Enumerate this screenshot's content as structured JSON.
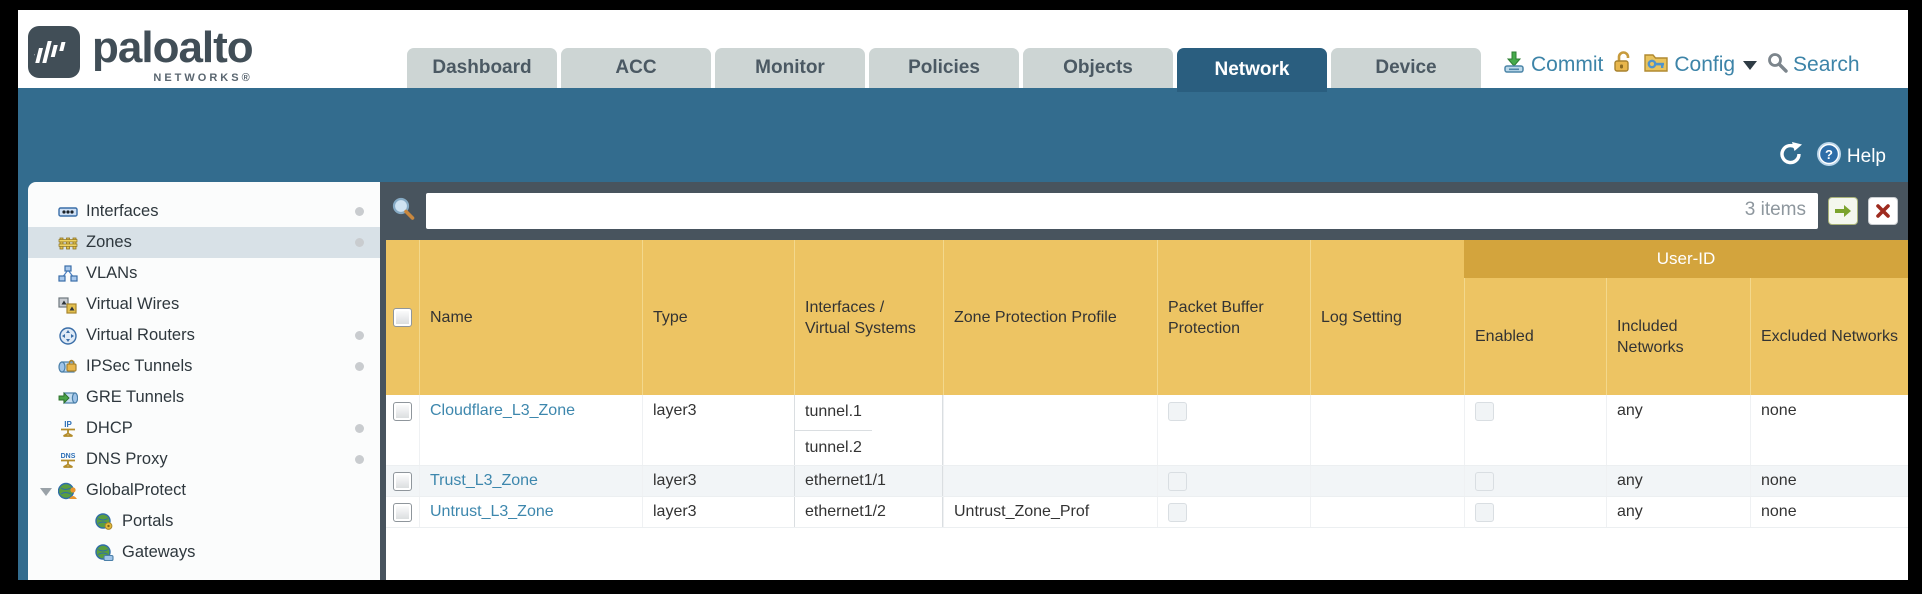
{
  "brand": {
    "name": "paloalto",
    "sub": "NETWORKS®"
  },
  "colors": {
    "teal_band": "#336c8e",
    "active_tab": "#2a5e7f",
    "slate_bar": "#48545e",
    "header_gold": "#edc463",
    "userid_gold": "#d3a43d",
    "link_blue": "#3d87ad"
  },
  "tabs": [
    {
      "label": "Dashboard"
    },
    {
      "label": "ACC"
    },
    {
      "label": "Monitor"
    },
    {
      "label": "Policies"
    },
    {
      "label": "Objects"
    },
    {
      "label": "Network"
    },
    {
      "label": "Device"
    }
  ],
  "quickbar": {
    "commit": "Commit",
    "config": "Config",
    "search": "Search"
  },
  "band": {
    "help": "Help"
  },
  "sidebar": {
    "items": [
      {
        "label": "Interfaces"
      },
      {
        "label": "Zones"
      },
      {
        "label": "VLANs"
      },
      {
        "label": "Virtual Wires"
      },
      {
        "label": "Virtual Routers"
      },
      {
        "label": "IPSec Tunnels"
      },
      {
        "label": "GRE Tunnels"
      },
      {
        "label": "DHCP"
      },
      {
        "label": "DNS Proxy"
      },
      {
        "label": "GlobalProtect"
      },
      {
        "label": "Portals"
      },
      {
        "label": "Gateways"
      }
    ]
  },
  "search": {
    "count_label": "3 items"
  },
  "table": {
    "group_header": "User-ID",
    "columns": [
      "Name",
      "Type",
      "Interfaces / Virtual Systems",
      "Zone Protection Profile",
      "Packet Buffer Protection",
      "Log Setting",
      "Enabled",
      "Included Networks",
      "Excluded Networks"
    ],
    "rows": [
      {
        "name": "Cloudflare_L3_Zone",
        "type": "layer3",
        "interfaces": [
          "tunnel.1",
          "tunnel.2"
        ],
        "zone_protection_profile": "",
        "log_setting": "",
        "included_networks": "any",
        "excluded_networks": "none"
      },
      {
        "name": "Trust_L3_Zone",
        "type": "layer3",
        "interfaces": [
          "ethernet1/1"
        ],
        "zone_protection_profile": "",
        "log_setting": "",
        "included_networks": "any",
        "excluded_networks": "none"
      },
      {
        "name": "Untrust_L3_Zone",
        "type": "layer3",
        "interfaces": [
          "ethernet1/2"
        ],
        "zone_protection_profile": "Untrust_Zone_Prof",
        "log_setting": "",
        "included_networks": "any",
        "excluded_networks": "none"
      }
    ]
  }
}
